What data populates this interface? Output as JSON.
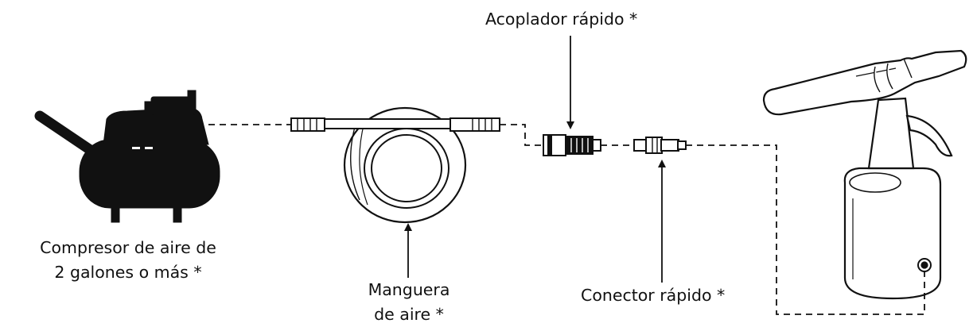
{
  "diagram": {
    "labels": {
      "quick_coupler": "Acoplador rápido *",
      "compressor": {
        "line1": "Compresor de aire de",
        "line2": "2 galones o más *"
      },
      "air_hose": {
        "line1": "Manguera",
        "line2": "de aire *"
      },
      "quick_connector": "Conector rápido *"
    },
    "colors": {
      "ink": "#111111",
      "background": "#ffffff"
    },
    "icons": {
      "compressor": "air-compressor-icon",
      "hose": "coiled-air-hose-icon",
      "coupler": "quick-coupler-icon",
      "connector": "quick-connector-icon",
      "tool": "pneumatic-rivet-tool-icon"
    }
  }
}
